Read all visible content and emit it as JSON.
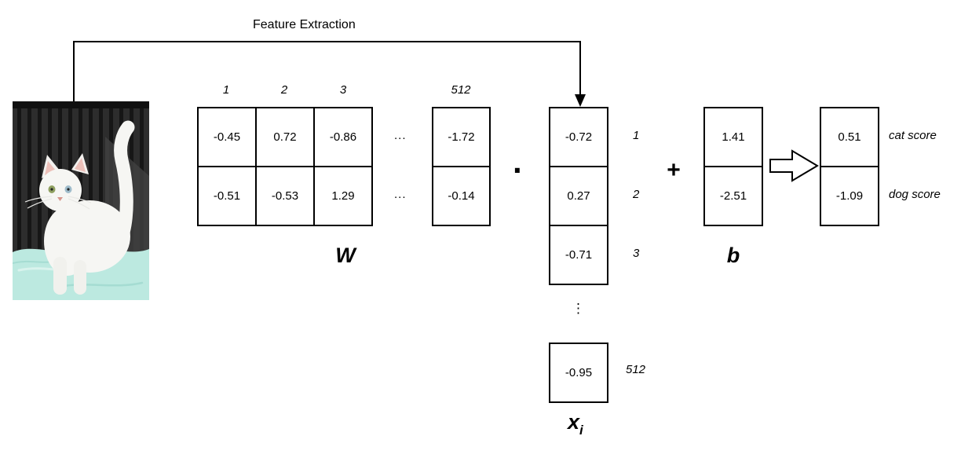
{
  "feature_extraction_label": "Feature Extraction",
  "cat_image_alt": "white cat standing in a dark cage on a light teal blanket",
  "colors": {
    "line": "#000000",
    "box_background": "#ffffff",
    "cage_dark": "#2d2d2d",
    "cat_white": "#f6f6f3",
    "blanket_teal": "#bce9e0"
  },
  "w_matrix": {
    "label": "W",
    "col_headers": [
      "1",
      "2",
      "3",
      "512"
    ],
    "row_ellipsis": "...",
    "rows": [
      [
        "-0.45",
        "0.72",
        "-0.86"
      ],
      [
        "-0.51",
        "-0.53",
        "1.29"
      ]
    ],
    "col512": [
      "-1.72",
      "-0.14"
    ]
  },
  "dot_operator": "·",
  "x_vector": {
    "label_base": "x",
    "label_sub": "i",
    "cells": [
      "-0.72",
      "0.27",
      "-0.71"
    ],
    "row_labels": [
      "1",
      "2",
      "3"
    ],
    "vertical_ellipsis": "⋮",
    "last_cell": "-0.95",
    "last_row_label": "512"
  },
  "plus_operator": "+",
  "b_vector": {
    "label": "b",
    "cells": [
      "1.41",
      "-2.51"
    ]
  },
  "result_vector": {
    "cells": [
      "0.51",
      "-1.09"
    ],
    "row_labels": [
      "cat score",
      "dog score"
    ]
  }
}
